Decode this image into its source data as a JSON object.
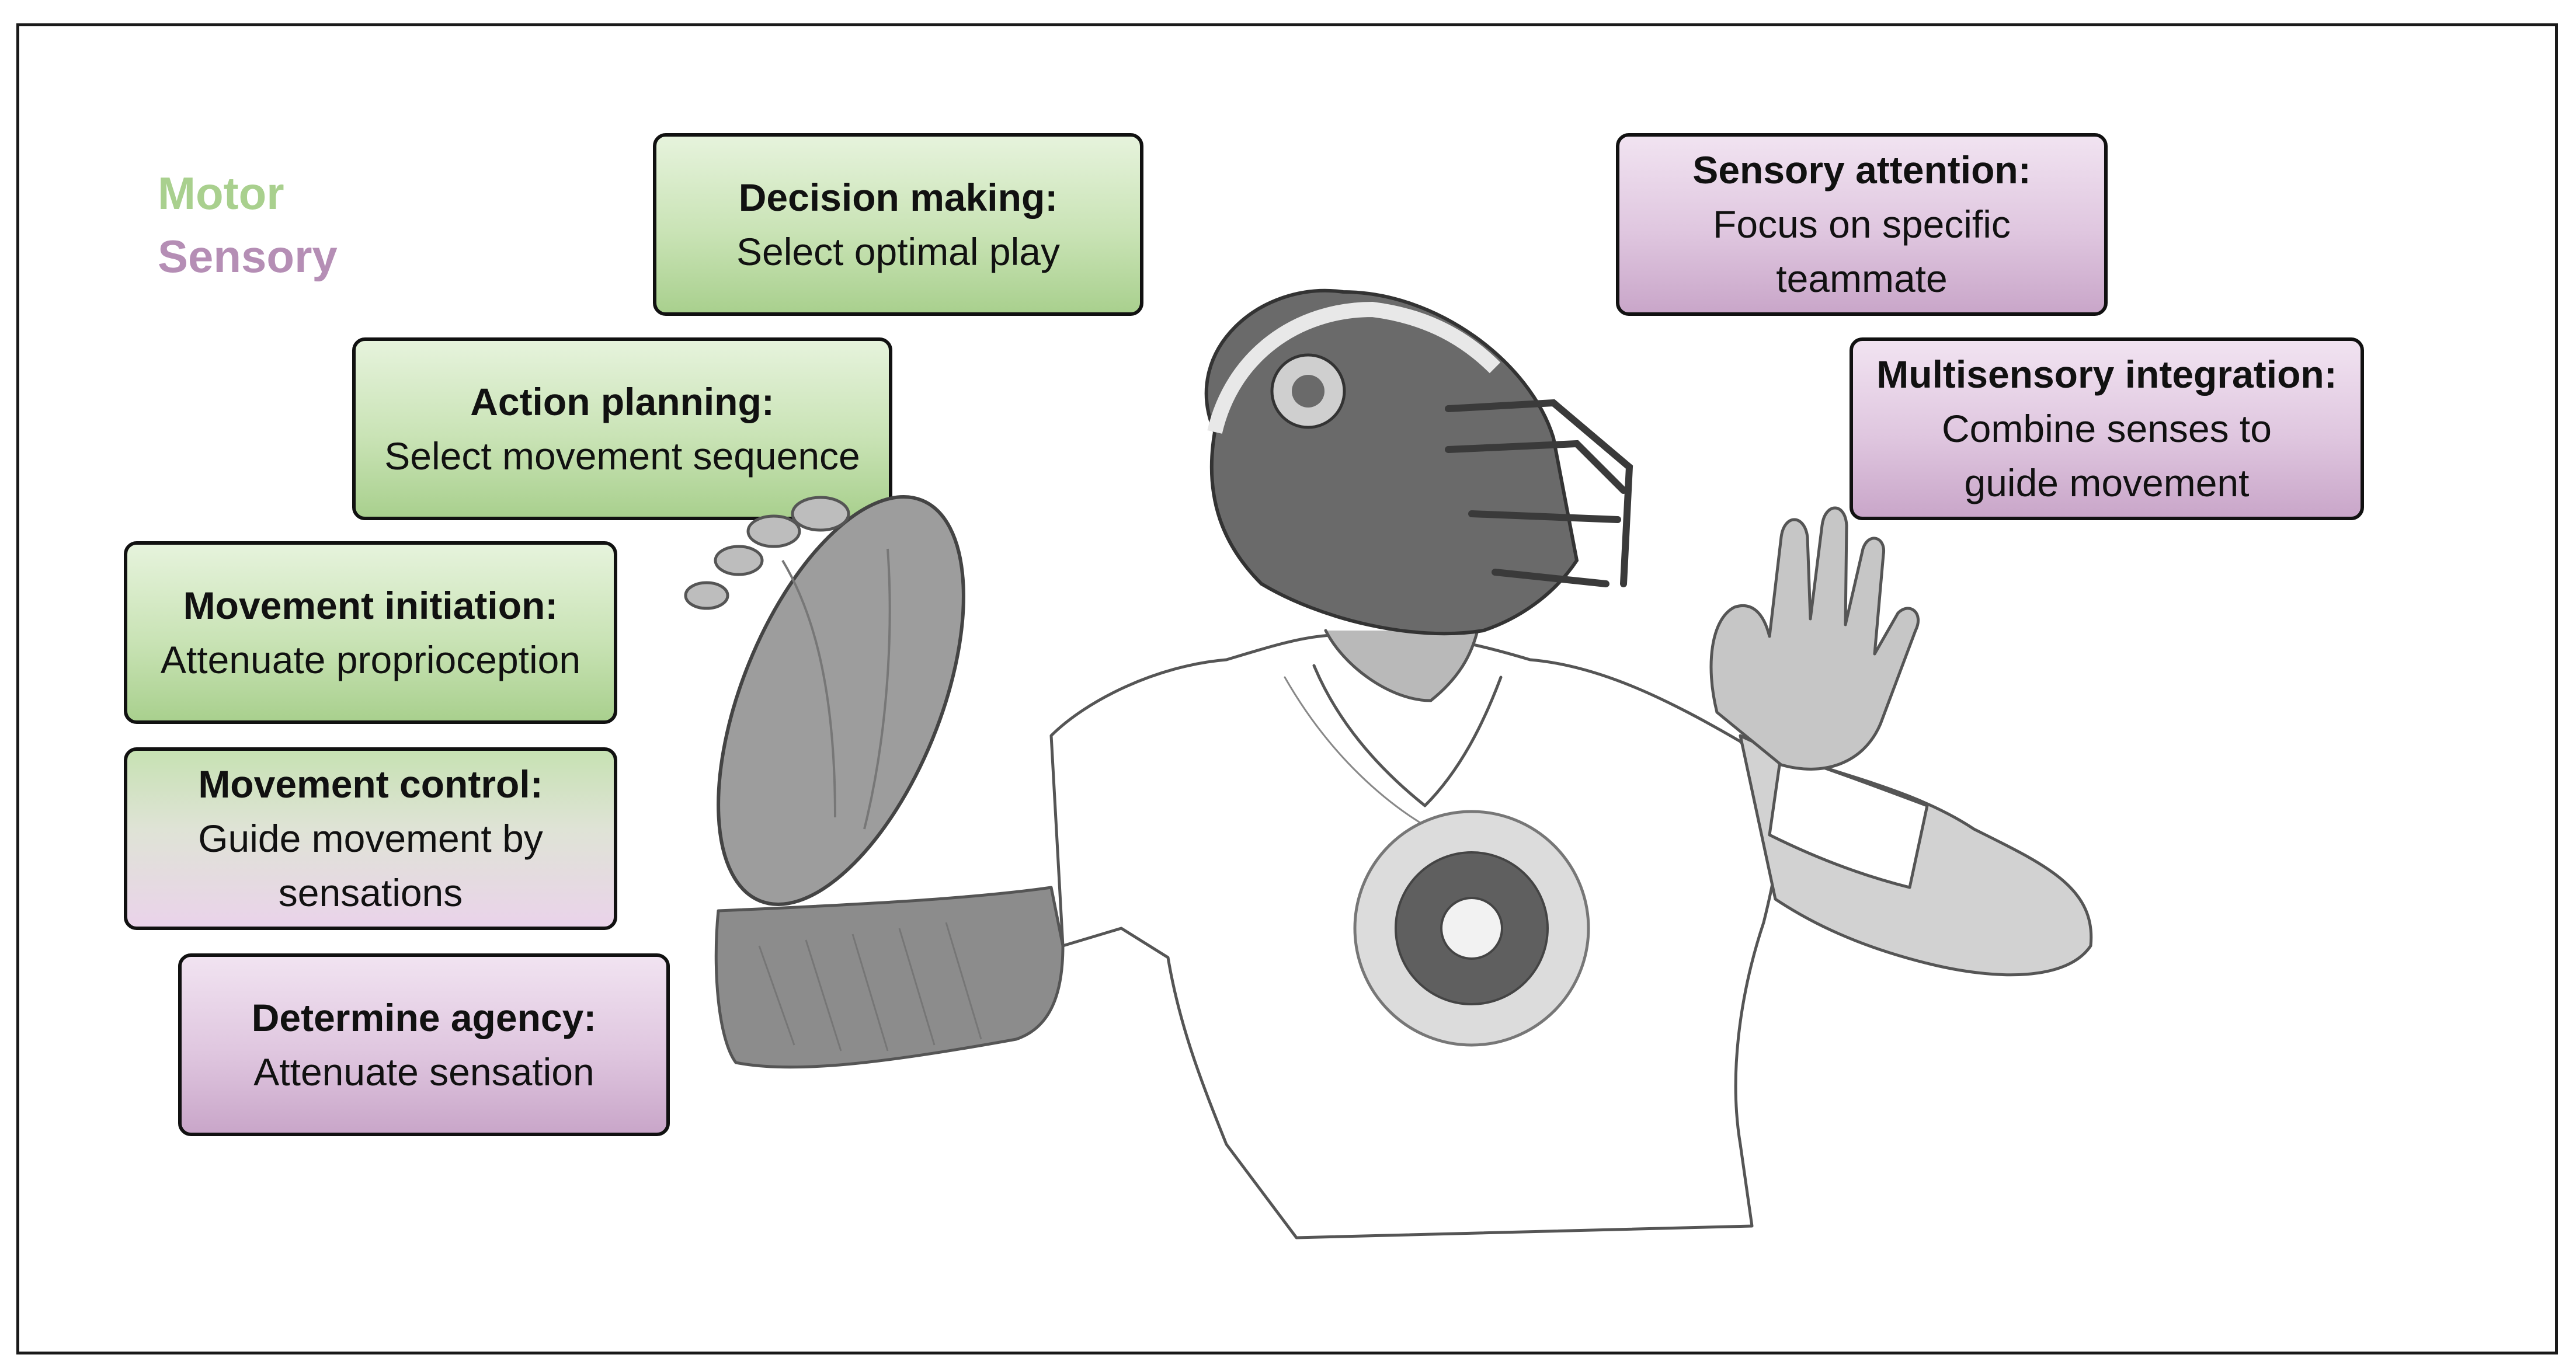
{
  "legend": {
    "motor_label": "Motor",
    "sensory_label": "Sensory",
    "motor_color": "#a9d08e",
    "sensory_color": "#b58eb5"
  },
  "boxes": {
    "decision_making": {
      "title": "Decision making:",
      "desc": "Select optimal play",
      "category": "motor"
    },
    "action_planning": {
      "title": "Action planning:",
      "desc": "Select movement sequence",
      "category": "motor"
    },
    "movement_initiation": {
      "title": "Movement initiation:",
      "desc": "Attenuate proprioception",
      "category": "motor"
    },
    "movement_control": {
      "title": "Movement control:",
      "desc": "Guide movement by sensations",
      "category": "motor-to-sensory"
    },
    "determine_agency": {
      "title": "Determine agency:",
      "desc": "Attenuate sensation",
      "category": "sensory"
    },
    "sensory_attention": {
      "title": "Sensory attention:",
      "desc": "Focus on specific teammate",
      "category": "sensory"
    },
    "multisensory_integration": {
      "title": "Multisensory integration:",
      "desc": "Combine senses to guide movement",
      "category": "sensory"
    }
  },
  "illustration": {
    "subject": "quarterback-sketch",
    "icons": [
      "football-icon",
      "helmet-icon",
      "hand-icon",
      "target-emblem-icon"
    ]
  }
}
